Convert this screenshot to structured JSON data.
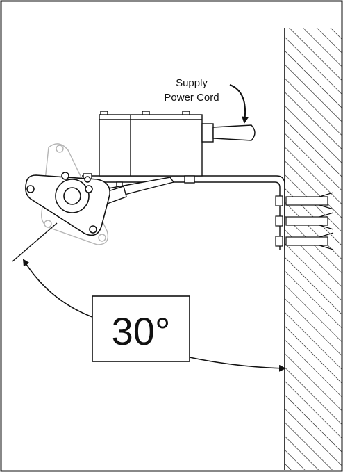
{
  "labels": {
    "cord_line1": "Supply",
    "cord_line2": "Power Cord",
    "angle": "30°"
  },
  "colors": {
    "ink": "#111111",
    "ghost": "#b5b5b5",
    "body_fill": "#ffffff"
  }
}
